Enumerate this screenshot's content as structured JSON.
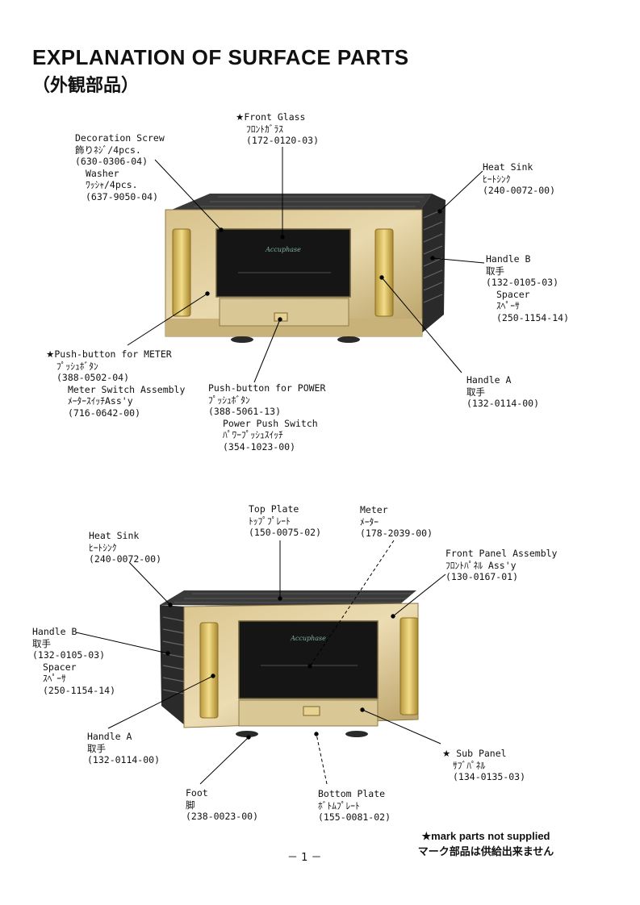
{
  "title": "EXPLANATION OF SURFACE PARTS",
  "subtitle": "（外観部品）",
  "top_figure": {
    "brand_logo": "Accuphase",
    "labels": {
      "front_glass": {
        "star": "★",
        "name": "Front Glass",
        "jp": "ﾌﾛﾝﾄｶﾞﾗｽ",
        "code": "(172-0120-03)"
      },
      "decoration_screw": {
        "name": "Decoration Screw",
        "jp": "飾りﾈｼﾞ/4pcs.",
        "code": "(630-0306-04)",
        "sub_name": "Washer",
        "sub_jp": "ﾜｯｼｬ/4pcs.",
        "sub_code": "(637-9050-04)"
      },
      "heat_sink": {
        "name": "Heat Sink",
        "jp": "ﾋｰﾄｼﾝｸ",
        "code": "(240-0072-00)"
      },
      "handle_b": {
        "name": "Handle B",
        "jp": "取手",
        "code": "(132-0105-03)",
        "sub_name": "Spacer",
        "sub_jp": "ｽﾍﾟｰｻ",
        "sub_code": "(250-1154-14)"
      },
      "push_meter": {
        "star": "★",
        "name": "Push-button for METER",
        "jp": "ﾌﾟｯｼｭﾎﾞﾀﾝ",
        "code": "(388-0502-04)",
        "sub_name": "Meter Switch Assembly",
        "sub_jp": "ﾒｰﾀｰｽｲｯﾁAss'y",
        "sub_code": "(716-0642-00)"
      },
      "push_power": {
        "name": "Push-button for POWER",
        "jp": "ﾌﾟｯｼｭﾎﾞﾀﾝ",
        "code": "(388-5061-13)",
        "sub_name": "Power Push Switch",
        "sub_jp": "ﾊﾟﾜｰﾌﾟｯｼｭｽｲｯﾁ",
        "sub_code": "(354-1023-00)"
      },
      "handle_a": {
        "name": "Handle A",
        "jp": "取手",
        "code": "(132-0114-00)"
      }
    }
  },
  "bottom_figure": {
    "brand_logo": "Accuphase",
    "labels": {
      "top_plate": {
        "name": "Top Plate",
        "jp": "ﾄｯﾌﾟﾌﾟﾚｰﾄ",
        "code": "(150-0075-02)"
      },
      "meter": {
        "name": "Meter",
        "jp": "ﾒｰﾀｰ",
        "code": "(178-2039-00)"
      },
      "heat_sink": {
        "name": "Heat Sink",
        "jp": "ﾋｰﾄｼﾝｸ",
        "code": "(240-0072-00)"
      },
      "front_panel": {
        "name": "Front Panel Assembly",
        "jp": "ﾌﾛﾝﾄﾊﾟﾈﾙ Ass'y",
        "code": "(130-0167-01)"
      },
      "handle_b": {
        "name": "Handle B",
        "jp": "取手",
        "code": "(132-0105-03)",
        "sub_name": "Spacer",
        "sub_jp": "ｽﾍﾟｰｻ",
        "sub_code": "(250-1154-14)"
      },
      "handle_a": {
        "name": "Handle A",
        "jp": "取手",
        "code": "(132-0114-00)"
      },
      "sub_panel": {
        "star": "★",
        "name": "Sub Panel",
        "jp": "ｻﾌﾞﾊﾟﾈﾙ",
        "code": "(134-0135-03)"
      },
      "foot": {
        "name": "Foot",
        "jp": "脚",
        "code": "(238-0023-00)"
      },
      "bottom_plate": {
        "name": "Bottom Plate",
        "jp": "ﾎﾞﾄﾑﾌﾟﾚｰﾄ",
        "code": "(155-0081-02)"
      }
    }
  },
  "footnote": {
    "line1": "★mark parts not supplied",
    "line2": "マーク部品は供給出来ません"
  },
  "page_number": "－ 1 －"
}
